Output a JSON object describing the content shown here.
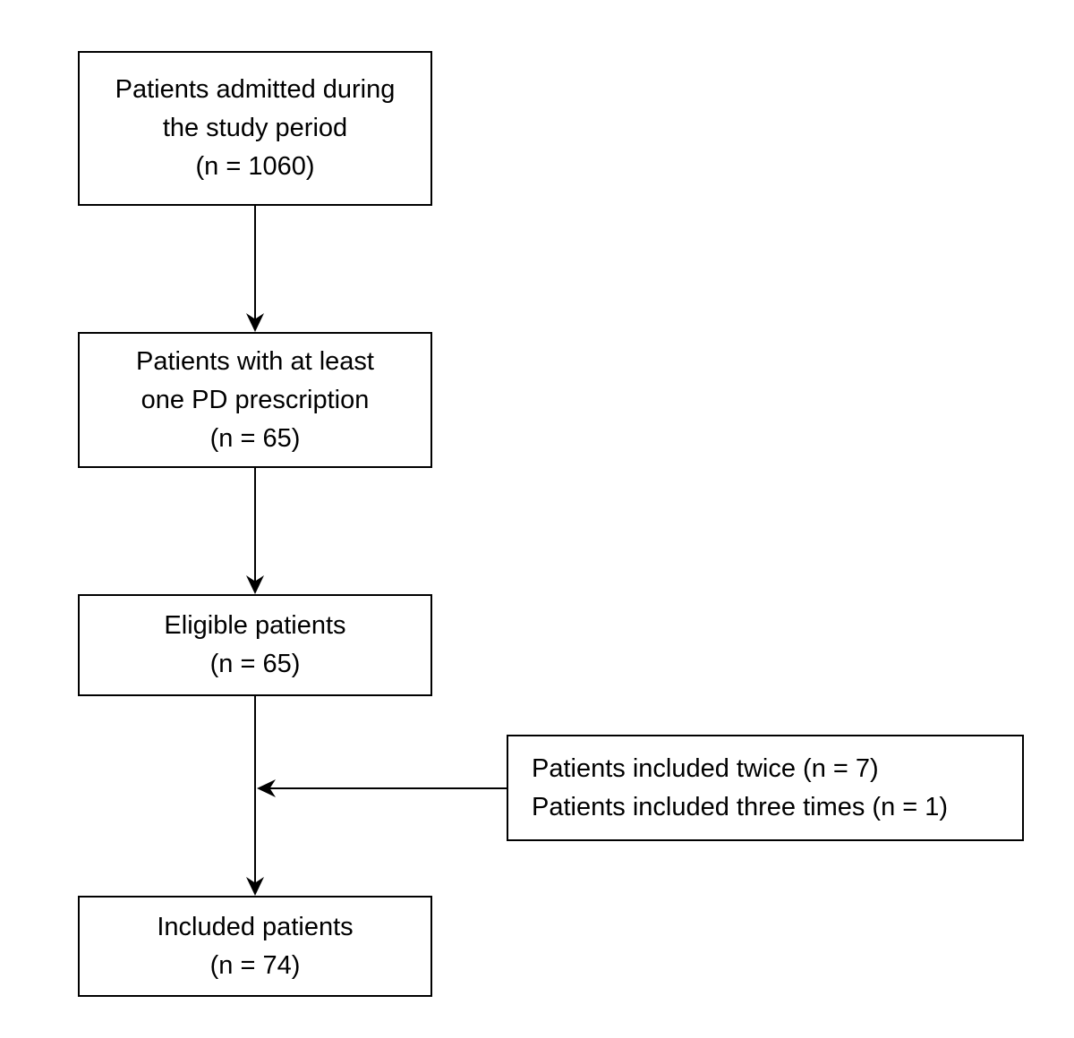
{
  "diagram": {
    "type": "flowchart",
    "description": "Patient inclusion flow diagram",
    "colors": {
      "background": "#ffffff",
      "box_fill": "#ffffff",
      "box_border": "#000000",
      "text": "#000000",
      "arrow": "#000000"
    },
    "boxes": [
      {
        "id": "admitted",
        "lines": [
          "Patients admitted during",
          "the study period",
          "(n = 1060)"
        ],
        "n": 1060
      },
      {
        "id": "pd_prescription",
        "lines": [
          "Patients with at least",
          "one PD prescription",
          "(n = 65)"
        ],
        "n": 65
      },
      {
        "id": "eligible",
        "lines": [
          "Eligible patients",
          "(n = 65)"
        ],
        "n": 65
      },
      {
        "id": "included",
        "lines": [
          "Included patients",
          "(n = 74)"
        ],
        "n": 74
      }
    ],
    "exclusion_box": {
      "id": "duplicates",
      "lines": [
        "Patients included twice (n = 7)",
        "Patients included three times (n = 1)"
      ],
      "n_twice": 7,
      "n_three_times": 1
    },
    "connections": [
      {
        "from": "admitted",
        "to": "pd_prescription",
        "direction": "down"
      },
      {
        "from": "pd_prescription",
        "to": "eligible",
        "direction": "down"
      },
      {
        "from": "eligible",
        "to": "included",
        "direction": "down"
      },
      {
        "from": "duplicates",
        "to": "eligible-included-connector",
        "direction": "left"
      }
    ]
  }
}
